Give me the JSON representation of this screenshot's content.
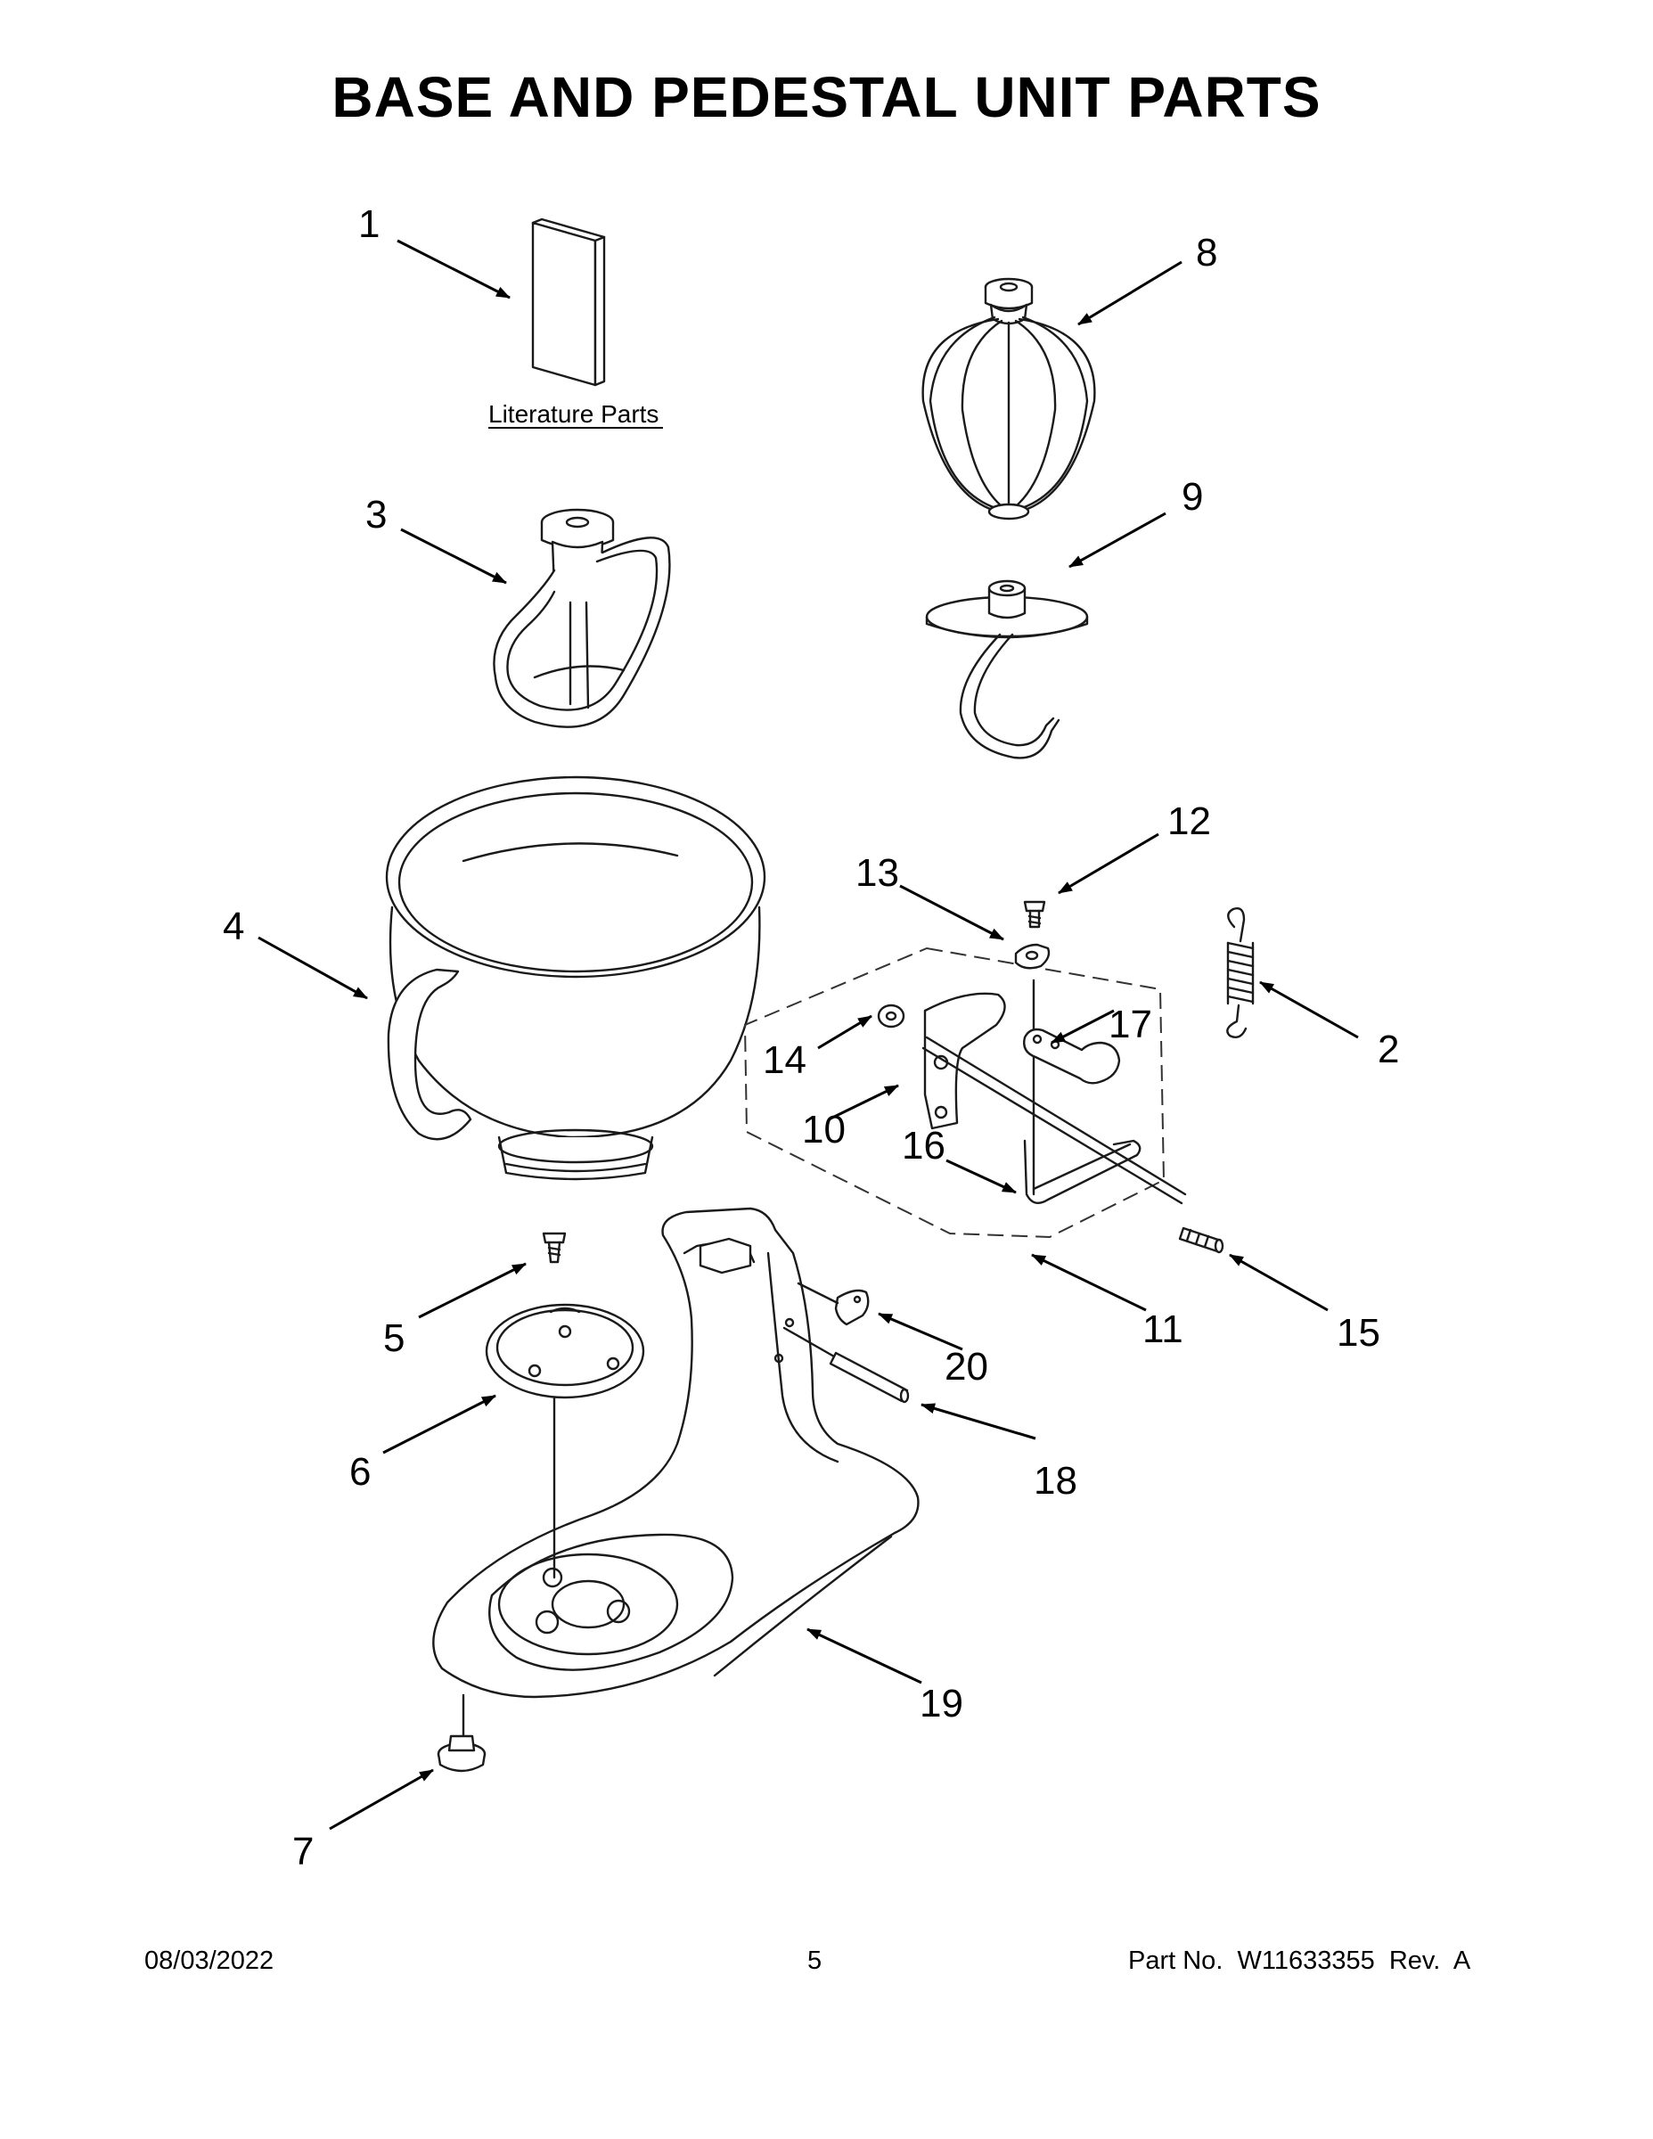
{
  "title": "BASE AND PEDESTAL UNIT PARTS",
  "literature_label": "Literature Parts",
  "callouts": {
    "c1": "1",
    "c2": "2",
    "c3": "3",
    "c4": "4",
    "c5": "5",
    "c6": "6",
    "c7": "7",
    "c8": "8",
    "c9": "9",
    "c10": "10",
    "c11": "11",
    "c12": "12",
    "c13": "13",
    "c14": "14",
    "c15": "15",
    "c16": "16",
    "c17": "17",
    "c18": "18",
    "c19": "19",
    "c20": "20"
  },
  "footer": {
    "date": "08/03/2022",
    "page": "5",
    "part_no": "Part No.  W11633355  Rev.  A"
  }
}
